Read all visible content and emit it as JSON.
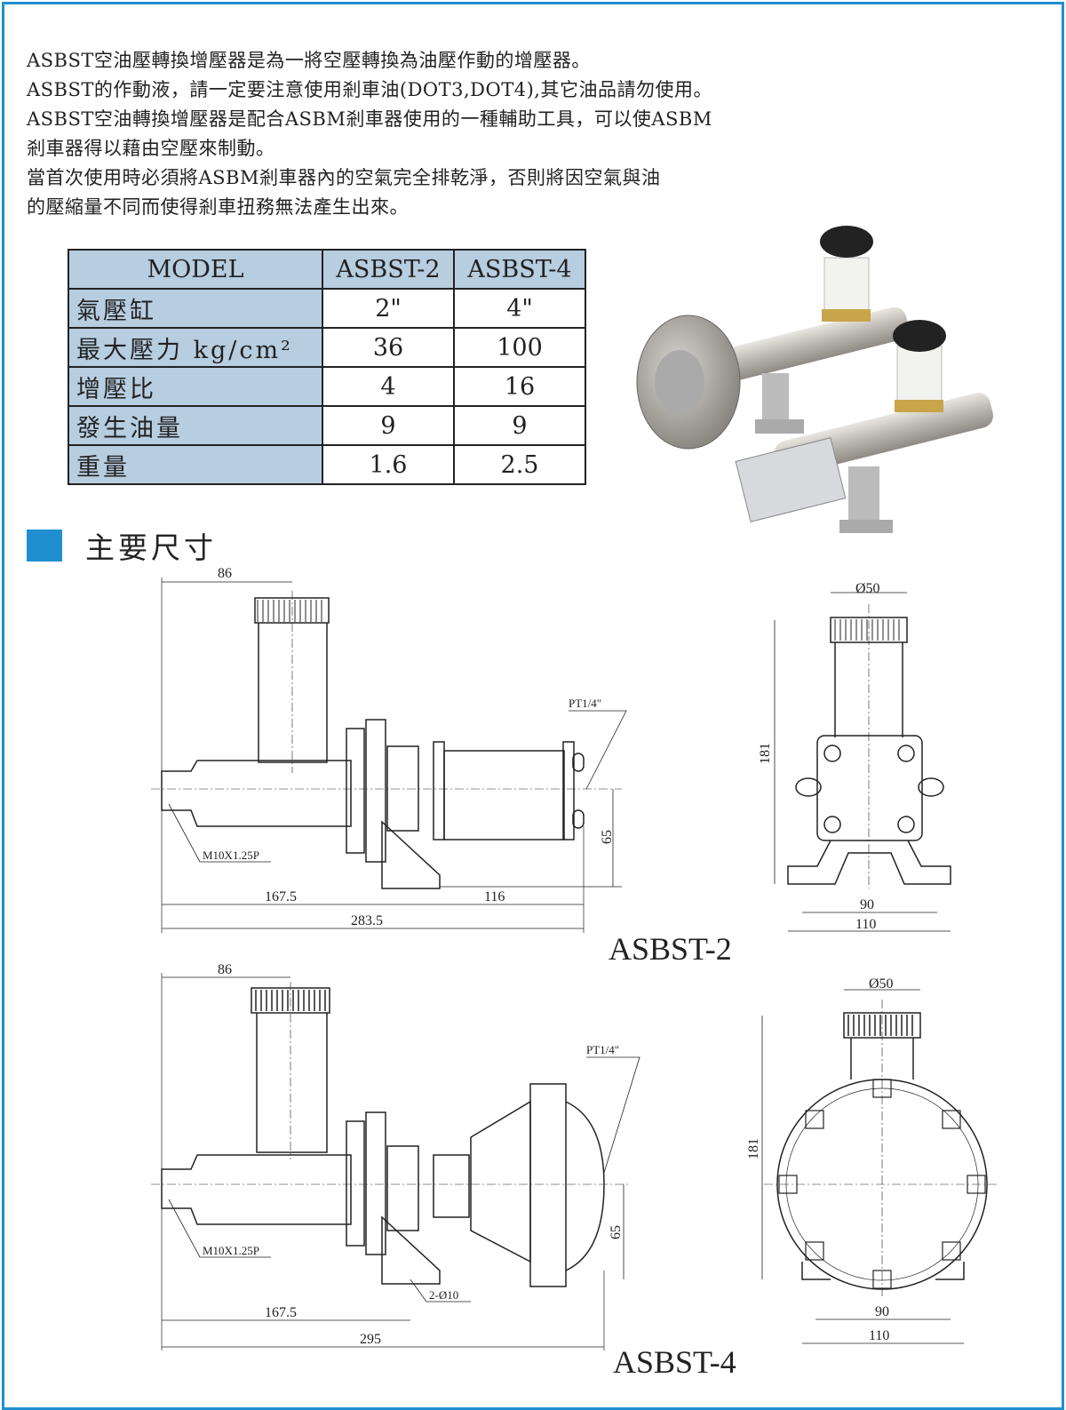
{
  "intro_lines": [
    "ASBST空油壓轉換增壓器是為一將空壓轉換為油壓作動的增壓器。",
    "ASBST的作動液，請一定要注意使用剎車油(DOT3,DOT4),其它油品請勿使用。",
    "ASBST空油轉換增壓器是配合ASBM剎車器使用的一種輔助工具，可以使ASBM",
    "剎車器得以藉由空壓來制動。",
    "當首次使用時必須將ASBM剎車器內的空氣完全排乾淨，否則將因空氣與油",
    "的壓縮量不同而使得剎車扭務無法產生出來。"
  ],
  "spec_table": {
    "headers": [
      "MODEL",
      "ASBST-2",
      "ASBST-4"
    ],
    "rows": [
      {
        "label": "氣壓缸",
        "values": [
          "2\"",
          "4\""
        ]
      },
      {
        "label": "最大壓力 kg/cm²",
        "values": [
          "36",
          "100"
        ]
      },
      {
        "label": "增壓比",
        "values": [
          "4",
          "16"
        ]
      },
      {
        "label": "發生油量",
        "values": [
          "9",
          "9"
        ]
      },
      {
        "label": "重量",
        "values": [
          "1.6",
          "2.5"
        ]
      }
    ]
  },
  "section_title": "主要尺寸",
  "drawings": {
    "asbst2": {
      "model": "ASBST-2",
      "dim_86": "86",
      "thread": "M10X1.25P",
      "port": "PT1/4\"",
      "dim_65": "65",
      "dim_167": "167.5",
      "dim_116": "116",
      "dim_total": "283.5",
      "dia": "Ø50",
      "height": "181",
      "dim_90": "90",
      "dim_110": "110"
    },
    "asbst4": {
      "model": "ASBST-4",
      "dim_86": "86",
      "thread": "M10X1.25P",
      "port": "PT1/4\"",
      "dim_65": "65",
      "holes": "2-Ø10",
      "dim_167": "167.5",
      "dim_total": "295",
      "dia": "Ø50",
      "height": "181",
      "dim_90": "90",
      "dim_110": "110"
    }
  },
  "colors": {
    "accent": "#1f8fd0",
    "table_header": "#b7cde0"
  }
}
